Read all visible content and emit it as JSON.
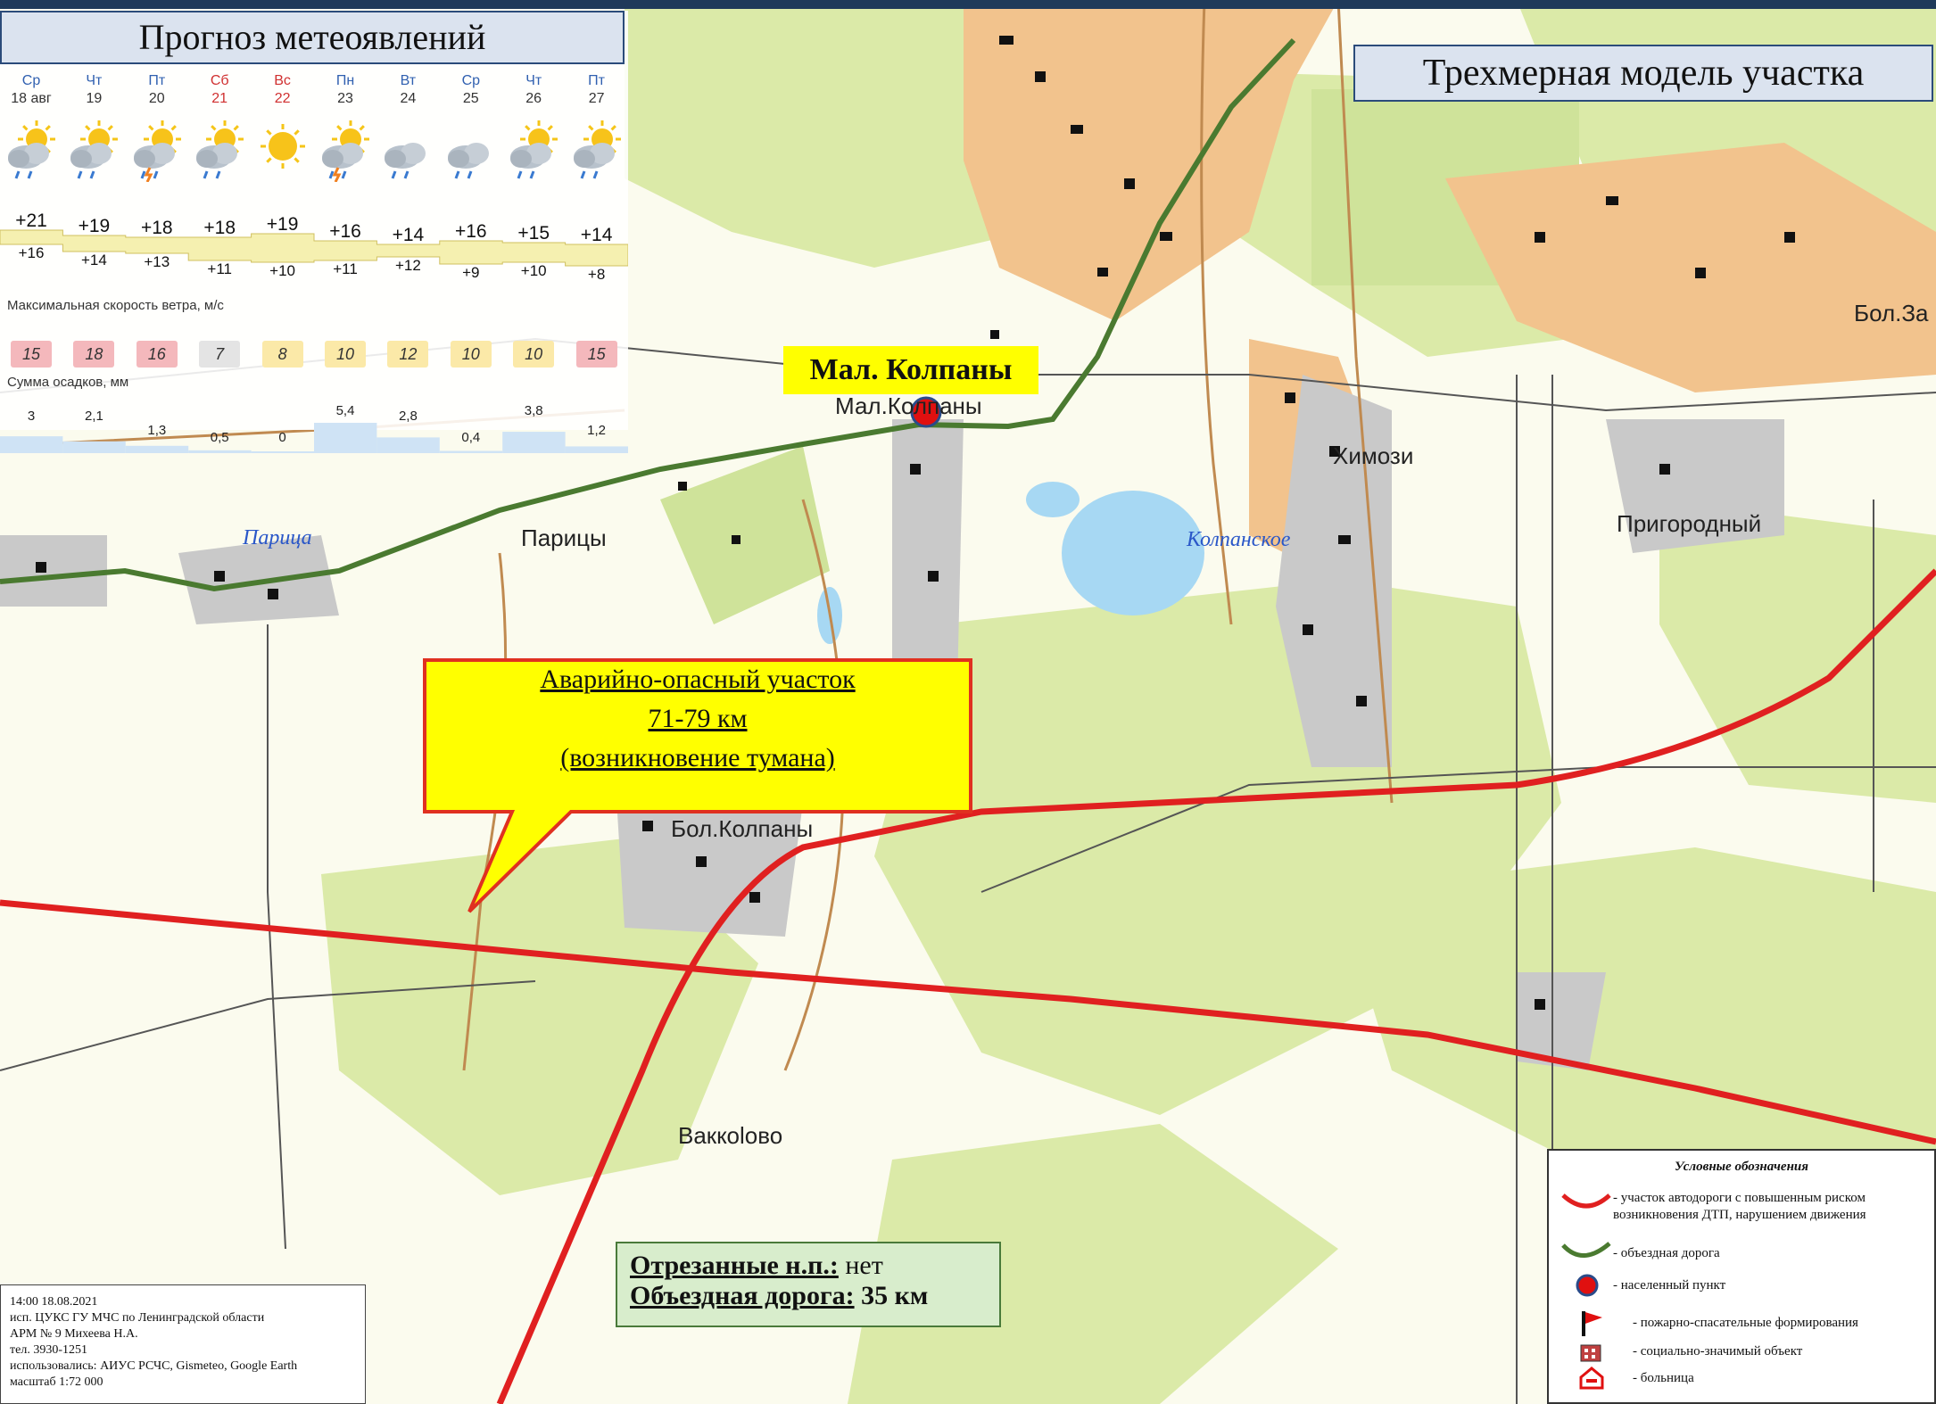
{
  "weather": {
    "title": "Прогноз метеоявлений",
    "days": [
      {
        "wd": "Ср",
        "d": "18 авг",
        "we": false,
        "tmax": "+21",
        "tmin": "+16",
        "wind": "15",
        "prec": "3",
        "icon": "sun-cloud-rain"
      },
      {
        "wd": "Чт",
        "d": "19",
        "we": false,
        "tmax": "+19",
        "tmin": "+14",
        "wind": "18",
        "prec": "2,1",
        "icon": "sun-cloud-rain"
      },
      {
        "wd": "Пт",
        "d": "20",
        "we": false,
        "tmax": "+18",
        "tmin": "+13",
        "wind": "16",
        "prec": "1,3",
        "icon": "sun-cloud-storm"
      },
      {
        "wd": "Сб",
        "d": "21",
        "we": true,
        "tmax": "+18",
        "tmin": "+11",
        "wind": "7",
        "prec": "0,5",
        "icon": "sun-cloud-rain"
      },
      {
        "wd": "Вс",
        "d": "22",
        "we": true,
        "tmax": "+19",
        "tmin": "+10",
        "wind": "8",
        "prec": "0",
        "icon": "sun"
      },
      {
        "wd": "Пн",
        "d": "23",
        "we": false,
        "tmax": "+16",
        "tmin": "+11",
        "wind": "10",
        "prec": "5,4",
        "icon": "sun-cloud-storm"
      },
      {
        "wd": "Вт",
        "d": "24",
        "we": false,
        "tmax": "+14",
        "tmin": "+12",
        "wind": "12",
        "prec": "2,8",
        "icon": "cloud-rain"
      },
      {
        "wd": "Ср",
        "d": "25",
        "we": false,
        "tmax": "+16",
        "tmin": "+9",
        "wind": "10",
        "prec": "0,4",
        "icon": "cloud-rain"
      },
      {
        "wd": "Чт",
        "d": "26",
        "we": false,
        "tmax": "+15",
        "tmin": "+10",
        "wind": "10",
        "prec": "3,8",
        "icon": "sun-cloud-rain"
      },
      {
        "wd": "Пт",
        "d": "27",
        "we": false,
        "tmax": "+14",
        "tmin": "+8",
        "wind": "15",
        "prec": "1,2",
        "icon": "sun-cloud-rain"
      }
    ],
    "wind_label": "Максимальная скорость ветра, м/с",
    "prec_label": "Сумма осадков, мм",
    "wind_colors": [
      "#f4b8bc",
      "#f4b8bc",
      "#f4b8bc",
      "#e4e4e4",
      "#fbe9a8",
      "#fbe9a8",
      "#fbe9a8",
      "#fbe9a8",
      "#fbe9a8",
      "#f4b8bc"
    ]
  },
  "map": {
    "title_3d": "Трехмерная модель участка",
    "settlement_label": "Мал. Колпаны",
    "callout": {
      "line1": "Аварийно-опасный участок",
      "line2": "71-79 км",
      "line3": "(возникновение тумана)"
    },
    "places": {
      "mal_kolpany": "Мал.Колпаны",
      "paricy": "Парицы",
      "paricy_river": "Парица",
      "himozi": "Химози",
      "kolpanskoe": "Колпанское",
      "prigorodny": "Пригородный",
      "bol_kolpany": "Бол.Колпаны",
      "vakkolovo": "Ваккolово",
      "bol_za": "Бол.За"
    },
    "colors": {
      "danger_road": "#e02020",
      "bypass_road": "#4a7a30",
      "settlement_dot": "#e01010",
      "callout_fill": "#ffff00",
      "callout_border": "#e03020"
    }
  },
  "info": {
    "cut_label": "Отрезанные н.п.:",
    "cut_value": "нет",
    "bypass_label": "Объездная дорога:",
    "bypass_value": "35 км"
  },
  "credit": {
    "line1": "14:00 18.08.2021",
    "line2": "исп. ЦУКС ГУ МЧС по Ленинградской области",
    "line3": "АРМ № 9 Михеева Н.А.",
    "line4": "тел. 3930-1251",
    "line5": "использовались: АИУС РСЧС, Gismeteo, Google Earth",
    "line6": "масштаб 1:72 000"
  },
  "legend": {
    "title": "Условные обозначения",
    "items": [
      "- участок автодороги с повышенным риском возникновения ДТП, нарушением движения",
      "- объездная дорога",
      "- населенный пункт",
      "- пожарно-спасательные формирования",
      "- социально-значимый объект",
      "- больница"
    ]
  }
}
